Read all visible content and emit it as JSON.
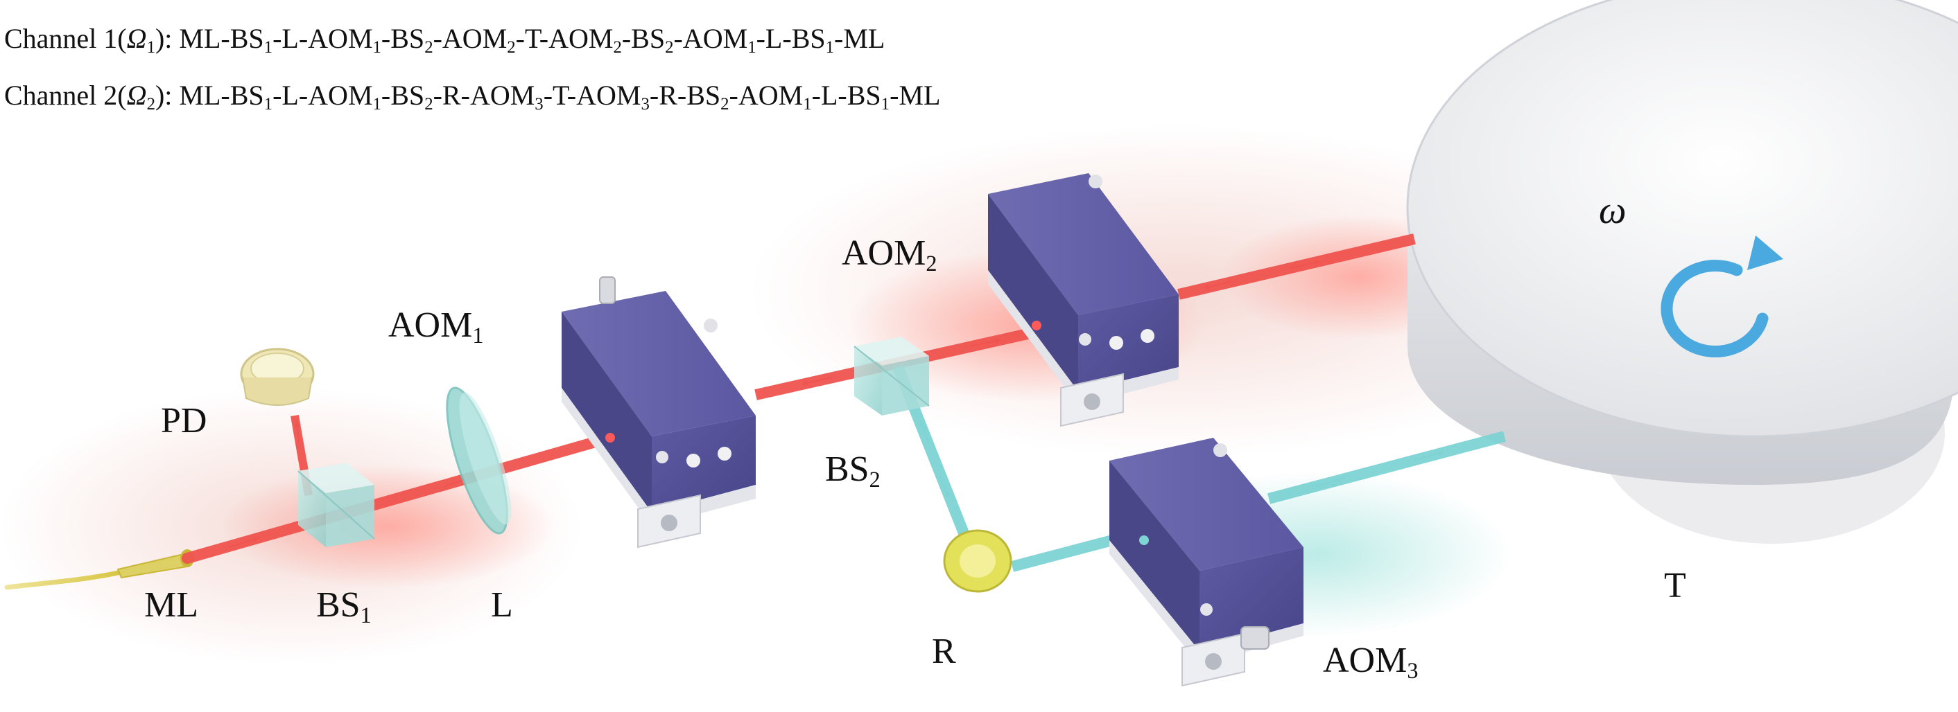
{
  "channels": [
    {
      "prefix": "Channel 1(",
      "symbol": "Ω",
      "symbol_sub": "1",
      "suffix": "):",
      "path": [
        [
          "ML",
          ""
        ],
        [
          "BS",
          "1"
        ],
        [
          "L",
          ""
        ],
        [
          "AOM",
          "1"
        ],
        [
          "BS",
          "2"
        ],
        [
          "AOM",
          "2"
        ],
        [
          "T",
          ""
        ],
        [
          "AOM",
          "2"
        ],
        [
          "BS",
          "2"
        ],
        [
          "AOM",
          "1"
        ],
        [
          "L",
          ""
        ],
        [
          "BS",
          "1"
        ],
        [
          "ML",
          ""
        ]
      ]
    },
    {
      "prefix": "Channel 2(",
      "symbol": "Ω",
      "symbol_sub": "2",
      "suffix": "):",
      "path": [
        [
          "ML",
          ""
        ],
        [
          "BS",
          "1"
        ],
        [
          "L",
          ""
        ],
        [
          "AOM",
          "1"
        ],
        [
          "BS",
          "2"
        ],
        [
          "R",
          ""
        ],
        [
          "AOM",
          "3"
        ],
        [
          "T",
          ""
        ],
        [
          "AOM",
          "3"
        ],
        [
          "R",
          ""
        ],
        [
          "BS",
          "2"
        ],
        [
          "AOM",
          "1"
        ],
        [
          "L",
          ""
        ],
        [
          "BS",
          "1"
        ],
        [
          "ML",
          ""
        ]
      ]
    }
  ],
  "labels": {
    "pd": {
      "text": "PD",
      "sub": ""
    },
    "ml": {
      "text": "ML",
      "sub": ""
    },
    "bs1": {
      "text": "BS",
      "sub": "1"
    },
    "l": {
      "text": "L",
      "sub": ""
    },
    "aom1": {
      "text": "AOM",
      "sub": "1"
    },
    "aom2": {
      "text": "AOM",
      "sub": "2"
    },
    "bs2": {
      "text": "BS",
      "sub": "2"
    },
    "r": {
      "text": "R",
      "sub": ""
    },
    "aom3": {
      "text": "AOM",
      "sub": "3"
    },
    "t": {
      "text": "T",
      "sub": ""
    },
    "rotation": {
      "text": "ω",
      "sub": ""
    }
  },
  "colors": {
    "red_beam": "#f0544f",
    "cyan_beam": "#7ed3d3",
    "aom_body": "#56539a",
    "aom_top": "#6d6aae",
    "aom_base": "#eceef2",
    "turntable": "#f3f4f6",
    "rotation_arrow": "#4aa9de",
    "fiber": "#e8d86a",
    "pd": "#f1ebbd",
    "reflector": "#e3e05a"
  }
}
